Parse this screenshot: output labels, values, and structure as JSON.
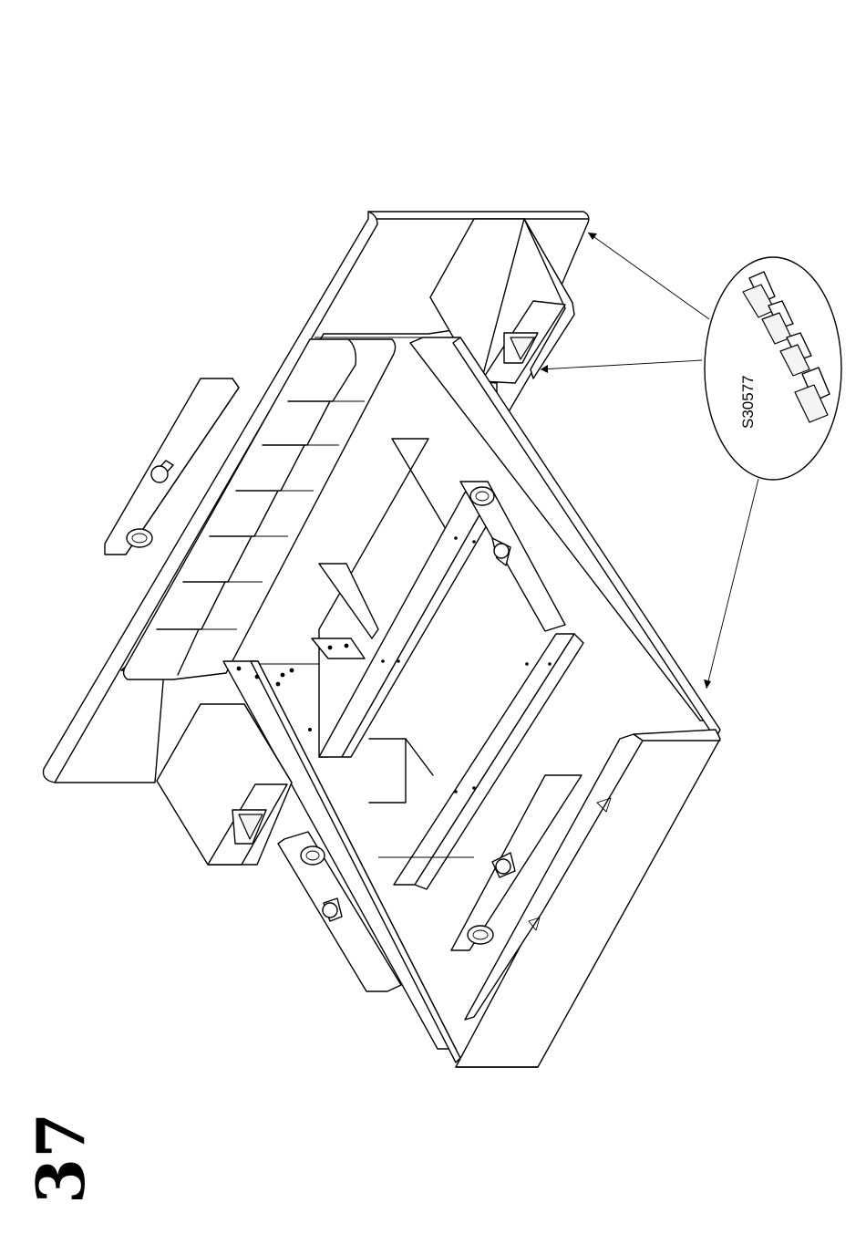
{
  "step_number": "37",
  "callout": {
    "part_code": "S30577",
    "count": 4
  }
}
